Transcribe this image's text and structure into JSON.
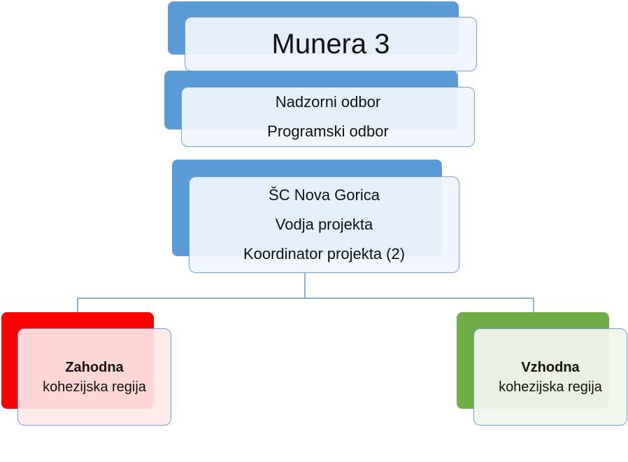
{
  "colors": {
    "blue": "#5b9bd5",
    "red": "#ff0000",
    "green": "#70ad47",
    "border": "#6fa0d8",
    "connector": "#5b9bd5"
  },
  "title_box": {
    "title": "Munera 3"
  },
  "boards_box": {
    "line1": "Nadzorni odbor",
    "line2": "Programski odbor"
  },
  "lead_box": {
    "line1": "ŠC Nova Gorica",
    "line2": "Vodja projekta",
    "line3": "Koordinator projekta (2)"
  },
  "west_box": {
    "bold": "Zahodna",
    "text": "kohezijska regija"
  },
  "east_box": {
    "bold": "Vzhodna",
    "text": "kohezijska regija"
  }
}
